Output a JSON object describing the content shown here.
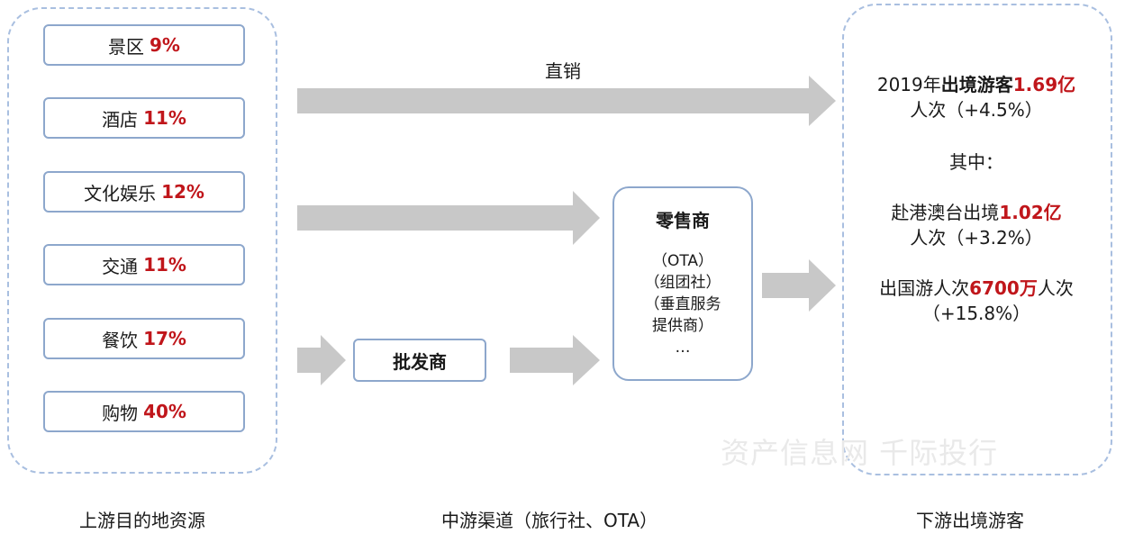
{
  "upstream": {
    "items": [
      {
        "name": "景区",
        "pct": "9%"
      },
      {
        "name": "酒店",
        "pct": "11%"
      },
      {
        "name": "文化娱乐",
        "pct": "12%"
      },
      {
        "name": "交通",
        "pct": "11%"
      },
      {
        "name": "餐饮",
        "pct": "17%"
      },
      {
        "name": "购物",
        "pct": "40%"
      }
    ],
    "caption": "上游目的地资源"
  },
  "midstream": {
    "direct_label": "直销",
    "wholesaler": "批发商",
    "retailer": {
      "title": "零售商",
      "lines": [
        "（OTA）",
        "（组团社）",
        "（垂直服务",
        "提供商）",
        "…"
      ]
    },
    "caption": "中游渠道（旅行社、OTA）"
  },
  "downstream": {
    "caption": "下游出境游客",
    "total": {
      "prefix": "2019年",
      "bold": "出境游客",
      "value": "1.69亿",
      "suffix": "人次（+4.5%）"
    },
    "of_which": "其中：",
    "hkmt": {
      "prefix": "赴港澳台出境",
      "value": "1.02亿",
      "suffix": "人次（+3.2%）"
    },
    "abroad": {
      "prefix": "出国游人次",
      "value": "6700万",
      "suffix": "人次",
      "growth": "（+15.8%）"
    }
  },
  "watermark": "资产信息网 千际投行",
  "colors": {
    "highlight": "#c0161b",
    "arrow": "#c8c8c8",
    "border": "#8da7cc",
    "dashed": "#a9bfe0"
  }
}
